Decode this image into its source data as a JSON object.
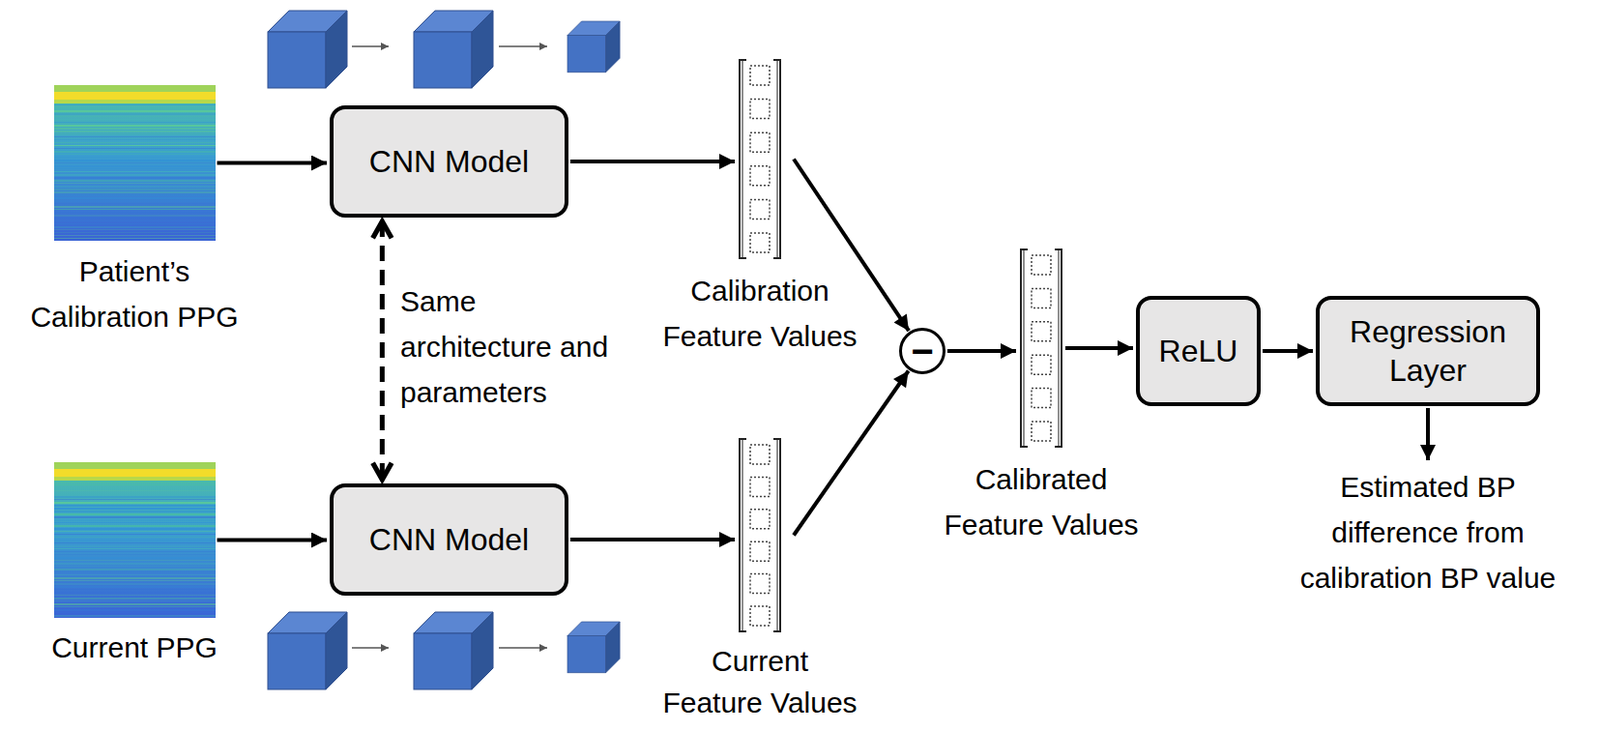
{
  "diagram": {
    "nodes": [
      {
        "text": [
          "Patient’s Calibration PPG"
        ]
      },
      {
        "text": [
          "CNN Model"
        ]
      },
      {
        "text": [
          "Calibration Feature Values"
        ]
      },
      {
        "text": [
          "−"
        ]
      },
      {
        "text": [
          "Calibrated Feature Values"
        ]
      },
      {
        "text": [
          "ReLU"
        ]
      },
      {
        "text": [
          "Regression Layer"
        ]
      },
      {
        "text": [
          "Current PPG"
        ]
      },
      {
        "text": [
          "CNN Model"
        ]
      },
      {
        "text": [
          "Current Feature Values"
        ]
      }
    ],
    "edges": [
      {
        "from": 0,
        "to": 1,
        "arrow": "to"
      },
      {
        "from": 1,
        "to": 2,
        "arrow": "to"
      },
      {
        "from": 2,
        "to": 3,
        "arrow": "to"
      },
      {
        "from": 9,
        "to": 3,
        "arrow": "to"
      },
      {
        "from": 3,
        "to": 4,
        "arrow": "to"
      },
      {
        "from": 4,
        "to": 5,
        "arrow": "to"
      },
      {
        "from": 5,
        "to": 6,
        "arrow": "to"
      },
      {
        "from": 7,
        "to": 8,
        "arrow": "to"
      },
      {
        "from": 8,
        "to": 9,
        "arrow": "to"
      },
      {
        "from": 1,
        "to": 8,
        "label": "Same architecture and parameters",
        "arrow": "both"
      }
    ],
    "labels": [
      "Estimated BP difference from calibration BP value"
    ]
  }
}
